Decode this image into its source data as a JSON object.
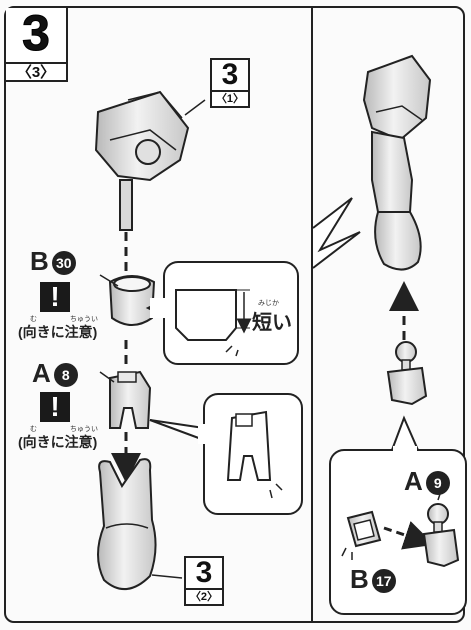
{
  "step": {
    "number": "3",
    "sub": "〈3〉"
  },
  "refs": [
    {
      "number": "3",
      "sub": "〈1〉"
    },
    {
      "number": "3",
      "sub": "〈2〉"
    }
  ],
  "parts": {
    "b30": {
      "letter": "B",
      "num": "30"
    },
    "a8": {
      "letter": "A",
      "num": "8"
    },
    "a9": {
      "letter": "A",
      "num": "9"
    },
    "b17": {
      "letter": "B",
      "num": "17"
    }
  },
  "caution": {
    "icon": "!",
    "text": "(向きに注意)",
    "ruby_mu": "む",
    "ruby_chuui": "ちゅうい"
  },
  "detail": {
    "short_label": "短い",
    "short_ruby": "みじか"
  },
  "colors": {
    "line": "#222222",
    "part_fill": "#e6e6e6",
    "shade": "#c4c4c4"
  }
}
